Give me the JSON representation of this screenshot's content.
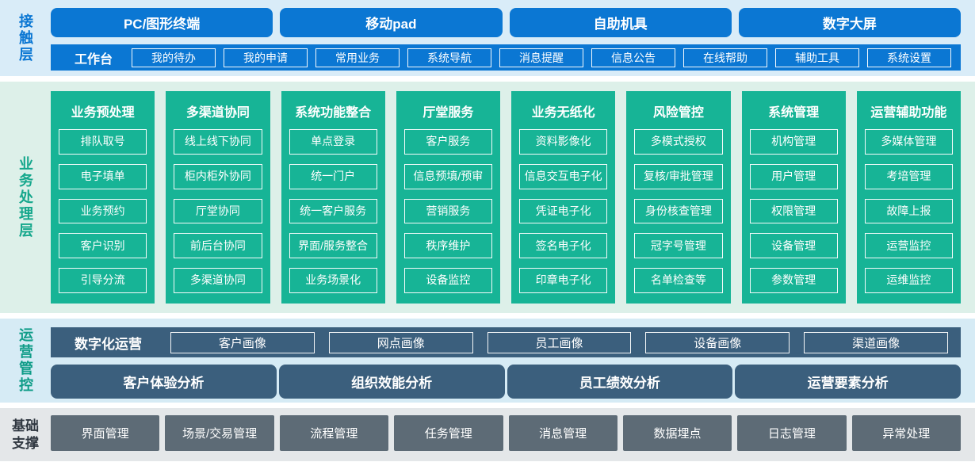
{
  "colors": {
    "contact_blue": "#0b77d3",
    "contact_bg": "#d9ecf8",
    "business_green": "#17b496",
    "business_bg": "#ddf0e9",
    "operations_slate": "#3b5f7d",
    "operations_bg": "#d6ebf5",
    "foundation_gray": "#5d6b76",
    "foundation_bg": "#e4e7e9",
    "box_text": "#ffffff"
  },
  "contact_layer": {
    "label": "接触层",
    "terminals": [
      "PC/图形终端",
      "移动pad",
      "自助机具",
      "数字大屏"
    ],
    "workbench": {
      "label": "工作台",
      "items": [
        "我的待办",
        "我的申请",
        "常用业务",
        "系统导航",
        "消息提醒",
        "信息公告",
        "在线帮助",
        "辅助工具",
        "系统设置"
      ]
    }
  },
  "business_layer": {
    "label": "业务处理层",
    "columns": [
      {
        "title": "业务预处理",
        "items": [
          "排队取号",
          "电子填单",
          "业务预约",
          "客户识别",
          "引导分流"
        ]
      },
      {
        "title": "多渠道协同",
        "items": [
          "线上线下协同",
          "柜内柜外协同",
          "厅堂协同",
          "前后台协同",
          "多渠道协同"
        ]
      },
      {
        "title": "系统功能整合",
        "items": [
          "单点登录",
          "统一门户",
          "统一客户服务",
          "界面/服务整合",
          "业务场景化"
        ]
      },
      {
        "title": "厅堂服务",
        "items": [
          "客户服务",
          "信息预填/预审",
          "营销服务",
          "秩序维护",
          "设备监控"
        ]
      },
      {
        "title": "业务无纸化",
        "items": [
          "资料影像化",
          "信息交互电子化",
          "凭证电子化",
          "签名电子化",
          "印章电子化"
        ]
      },
      {
        "title": "风险管控",
        "items": [
          "多模式授权",
          "复核/审批管理",
          "身份核查管理",
          "冠字号管理",
          "名单检查等"
        ]
      },
      {
        "title": "系统管理",
        "items": [
          "机构管理",
          "用户管理",
          "权限管理",
          "设备管理",
          "参数管理"
        ]
      },
      {
        "title": "运营辅助功能",
        "items": [
          "多媒体管理",
          "考培管理",
          "故障上报",
          "运营监控",
          "运维监控"
        ]
      }
    ]
  },
  "operations_layer": {
    "label": "运营管控",
    "digital_ops": {
      "label": "数字化运营",
      "items": [
        "客户画像",
        "网点画像",
        "员工画像",
        "设备画像",
        "渠道画像"
      ]
    },
    "analysis": [
      "客户体验分析",
      "组织效能分析",
      "员工绩效分析",
      "运营要素分析"
    ]
  },
  "foundation_layer": {
    "label_line1": "基础",
    "label_line2": "支撑",
    "items": [
      "界面管理",
      "场景/交易管理",
      "流程管理",
      "任务管理",
      "消息管理",
      "数据埋点",
      "日志管理",
      "异常处理"
    ]
  }
}
